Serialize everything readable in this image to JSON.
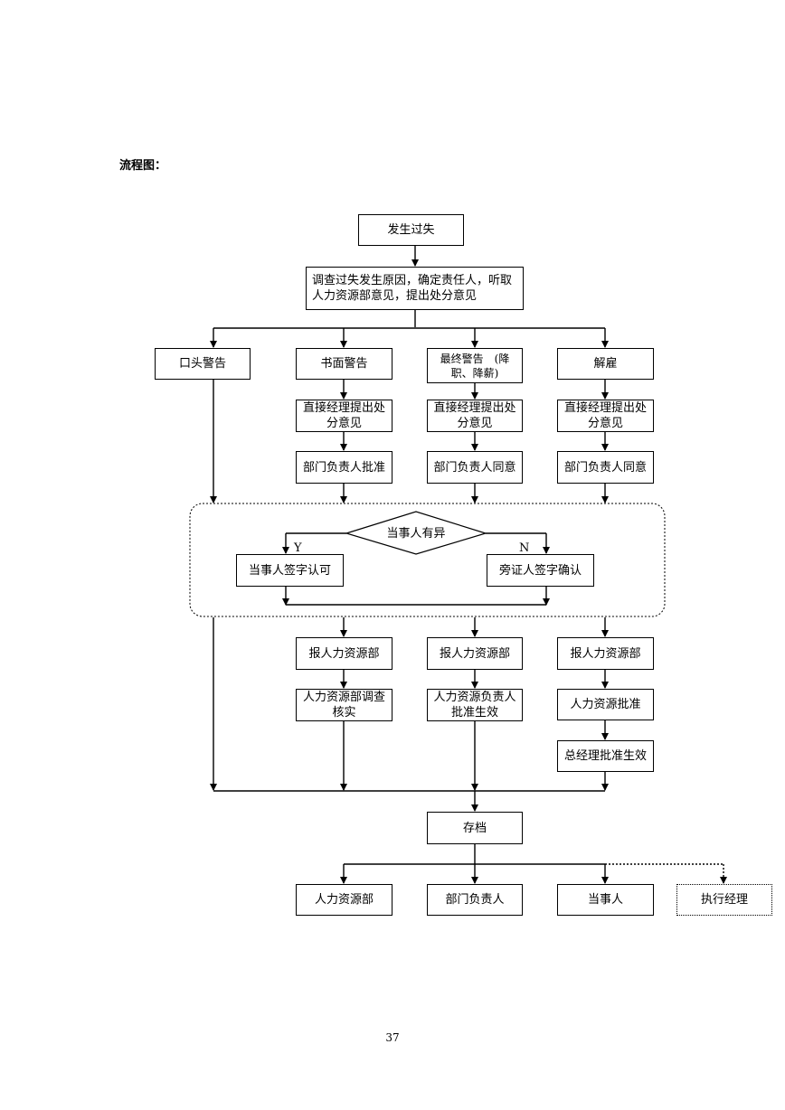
{
  "heading": "流程图：",
  "nodes": {
    "start": "发生过失",
    "investigate": "调查过失发生原因，确定责任人，听取人力资源部意见，提出处分意见",
    "verbal": "口头警告",
    "written": "书面警告",
    "final_warning": "最终警告　(降职、降薪)",
    "dismiss": "解雇",
    "mgr_written": "直接经理提出处分意见",
    "mgr_final": "直接经理提出处分意见",
    "mgr_dismiss": "直接经理提出处分意见",
    "dept_written": "部门负责人批准",
    "dept_final": "部门负责人同意",
    "dept_dismiss": "部门负责人同意",
    "objection": "当事人有异",
    "yes_label": "Y",
    "no_label": "N",
    "sign_self": "当事人签字认可",
    "sign_witness": "旁证人签字确认",
    "hr_written": "报人力资源部",
    "hr_final": "报人力资源部",
    "hr_dismiss": "报人力资源部",
    "hr_verify": "人力资源部调查核实",
    "hr_head_approve": "人力资源负责人批准生效",
    "hr_approve": "人力资源批准",
    "gm_approve": "总经理批准生效",
    "archive": "存档",
    "dist_hr": "人力资源部",
    "dist_dept": "部门负责人",
    "dist_party": "当事人",
    "dist_exec": "执行经理"
  },
  "page_number": "37"
}
